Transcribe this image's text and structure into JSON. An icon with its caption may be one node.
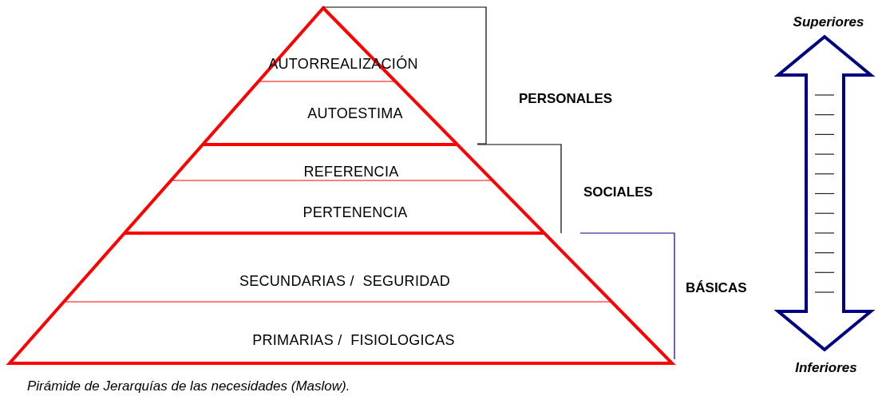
{
  "diagram": {
    "caption": "Pirámide de Jerarquías de las necesidades (Maslow).",
    "nodes": [
      {
        "text": [
          "AUTORREALIZACIÓN"
        ]
      },
      {
        "text": [
          "AUTOESTIMA"
        ]
      },
      {
        "text": [
          "REFERENCIA"
        ]
      },
      {
        "text": [
          "PERTENENCIA"
        ]
      },
      {
        "text": [
          "SECUNDARIAS /  SEGURIDAD"
        ]
      },
      {
        "text": [
          "PRIMARIAS /  FISIOLOGICAS"
        ]
      }
    ],
    "edges": [],
    "labels": [
      "Superiores",
      "PERSONALES",
      "SOCIALES",
      "BÁSICAS",
      "Inferiores"
    ]
  }
}
